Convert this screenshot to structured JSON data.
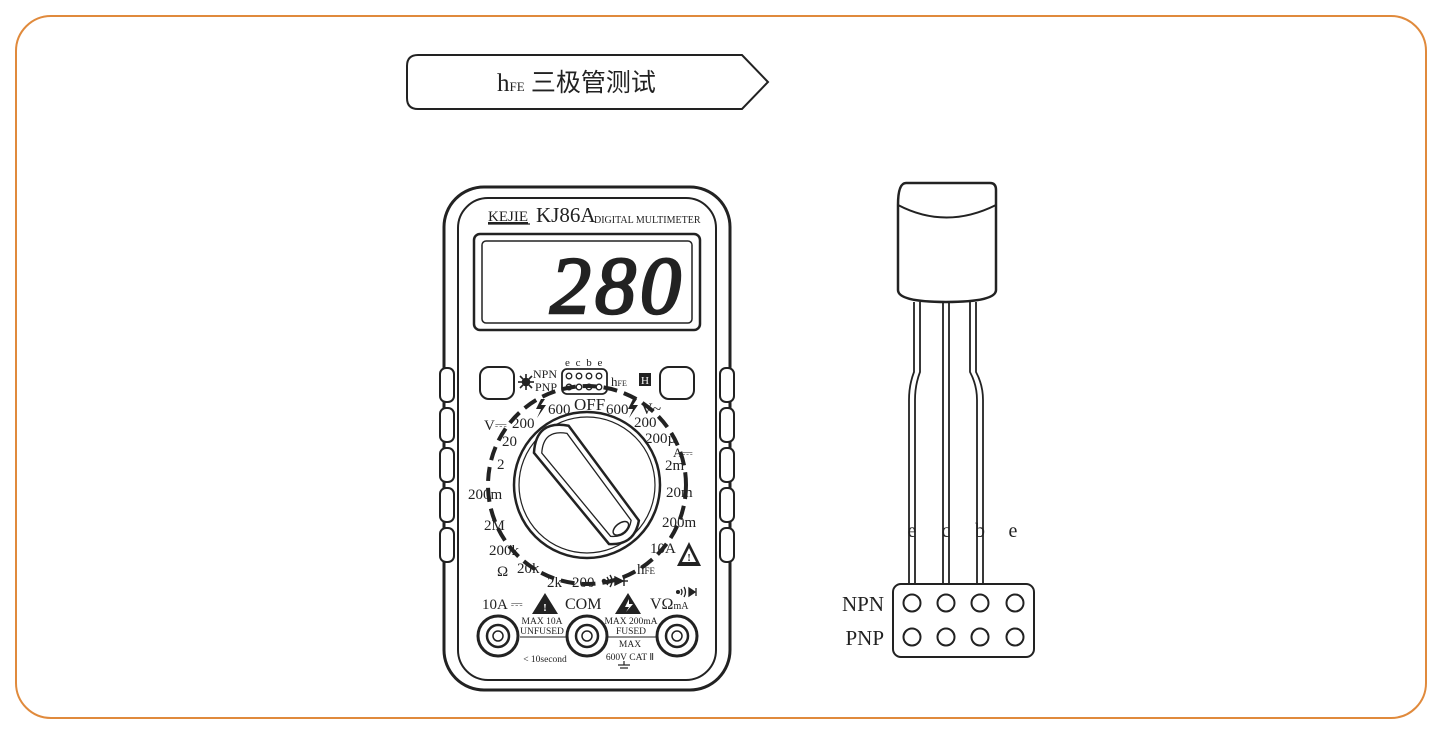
{
  "title": {
    "h": "h",
    "sub": "FE",
    "text": " 三极管测试"
  },
  "meter": {
    "brand": "KEJIE",
    "model": "KJ86A",
    "model_sub": "DIGITAL MULTIMETER",
    "display_value": "280",
    "socket_pins": "e c b e",
    "npn": "NPN",
    "pnp": "PNP",
    "hfe_h": "h",
    "hfe_sub": "FE",
    "hold": "H",
    "off": "OFF",
    "dial": {
      "v600_left": "600",
      "v600_right": "600",
      "vac": "V~",
      "vdc": "V⎓",
      "vdc_200": "200",
      "vdc_20": "20",
      "vdc_2": "2",
      "vdc_200m": "200m",
      "ohm_2M": "2M",
      "ohm_200k": "200k",
      "ohm": "Ω",
      "ohm_20k": "20k",
      "ohm_2k": "2k",
      "ohm_200": "200",
      "vac_200": "200",
      "a_200u": "200µ",
      "adc": "A⎓",
      "a_2m": "2m",
      "a_20m": "20m",
      "a_200m": "200m",
      "a_10A": "10A",
      "hfe": "h",
      "hfe_sub": "FE"
    },
    "jacks": {
      "left_label": "10A ⎓",
      "com_label": "COM",
      "right_label": "VΩ",
      "right_sub": "mA",
      "max10": "MAX 10A",
      "unfused": "UNFUSED",
      "max200": "MAX 200mA",
      "fused": "FUSED",
      "max": "MAX",
      "cat": "600V CAT Ⅱ",
      "seconds": "< 10second"
    }
  },
  "transistor": {
    "leads": [
      "e",
      "c",
      "b",
      "e"
    ],
    "npn_label": "NPN",
    "pnp_label": "PNP"
  }
}
